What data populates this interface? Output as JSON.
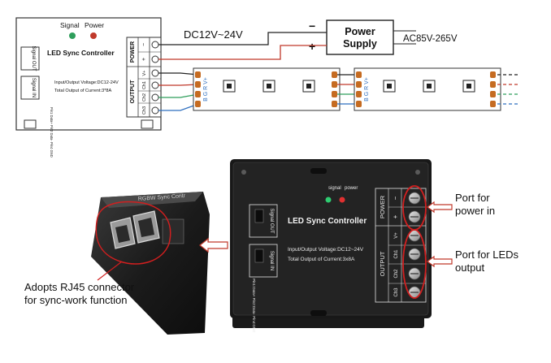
{
  "diagram": {
    "controller": {
      "signal_label": "Signal",
      "power_label": "Power",
      "title": "LED Sync Controller",
      "port_out_label": "Signal OUT",
      "port_in_label": "Signal IN",
      "spec_voltage": "Input/Output Voltage:DC12-24V",
      "spec_current": "Total Output of Current:3*8A",
      "pin_labels": "Pin1 Data+  Pin2 Data-  Pin4 GND",
      "power_terminal_label": "POWER",
      "output_terminal_label": "OUTPUT",
      "terminal_minus": "−",
      "terminal_plus": "+",
      "terminal_v": "V+",
      "terminal_ch1": "Ch1",
      "terminal_ch2": "Ch2",
      "terminal_ch3": "Ch3"
    },
    "supply": {
      "dc_label": "DC12V~24V",
      "minus": "−",
      "plus": "+",
      "title_line1": "Power",
      "title_line2": "Supply",
      "ac_label": "AC85V-265V"
    },
    "strip": {
      "pin_labels": "B G R V+"
    },
    "colors": {
      "wire_red": "#c0392b",
      "wire_black": "#222222",
      "wire_green": "#2e9e5b",
      "wire_blue": "#2f6fbf",
      "highlight": "#d11f1f",
      "arrow": "#c0392b",
      "strip_fill": "#ffffff",
      "pad": "#c56b21"
    }
  },
  "photo": {
    "signal_label": "signal",
    "power_label": "power",
    "title": "LED Sync Controller",
    "port_out_label": "Signal OUT",
    "port_in_label": "Signal IN",
    "spec_voltage": "Input/Output Voltage:DC12~24V",
    "spec_current": "Total Output of Current:3x8A",
    "pin_labels": "Pin1:Data+  Pin2:Data-  Pin4:GND",
    "power_terminal_label": "POWER",
    "output_terminal_label": "OUTPUT",
    "terminal_minus": "−",
    "terminal_plus": "+",
    "terminal_v": "V+",
    "terminal_ch1": "Ch1",
    "terminal_ch2": "Ch2",
    "terminal_ch3": "Ch3",
    "closeup_label": "RGBW Sync Contr"
  },
  "annotations": {
    "power_port_line1": "Port for",
    "power_port_line2": "power in",
    "led_port_line1": "Port for LEDs",
    "led_port_line2": "output",
    "rj45_line1": "Adopts RJ45 connector",
    "rj45_line2": "for sync-work function"
  }
}
